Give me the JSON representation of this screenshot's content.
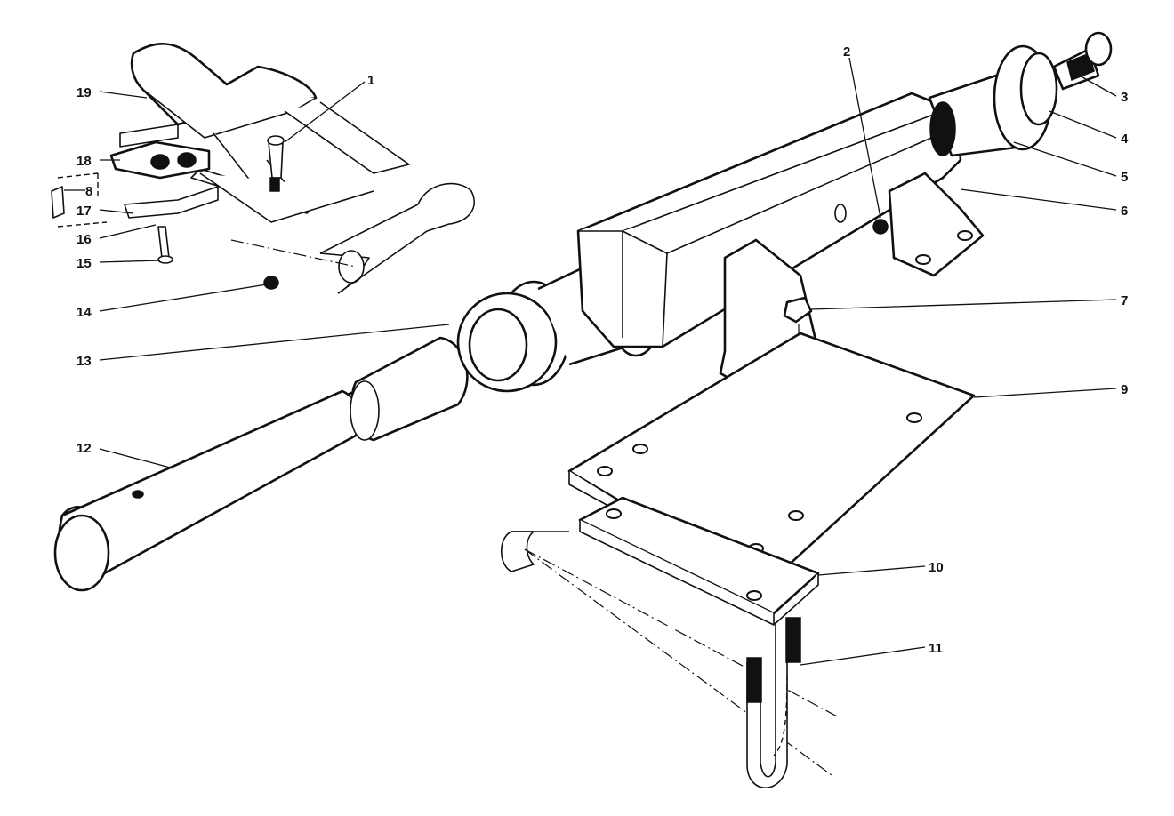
{
  "diagram": {
    "colors": {
      "line": "#111111",
      "background": "#ffffff"
    },
    "callouts": [
      {
        "id": "c1",
        "label": "1"
      },
      {
        "id": "c2",
        "label": "2"
      },
      {
        "id": "c3",
        "label": "3"
      },
      {
        "id": "c4",
        "label": "4"
      },
      {
        "id": "c5",
        "label": "5"
      },
      {
        "id": "c6",
        "label": "6"
      },
      {
        "id": "c7",
        "label": "7"
      },
      {
        "id": "c8",
        "label": "8"
      },
      {
        "id": "c9",
        "label": "9"
      },
      {
        "id": "c10",
        "label": "10"
      },
      {
        "id": "c11",
        "label": "11"
      },
      {
        "id": "c12",
        "label": "12"
      },
      {
        "id": "c13",
        "label": "13"
      },
      {
        "id": "c14",
        "label": "14"
      },
      {
        "id": "c15",
        "label": "15"
      },
      {
        "id": "c16",
        "label": "16"
      },
      {
        "id": "c17",
        "label": "17"
      },
      {
        "id": "c18",
        "label": "18"
      },
      {
        "id": "c19",
        "label": "19"
      }
    ]
  }
}
